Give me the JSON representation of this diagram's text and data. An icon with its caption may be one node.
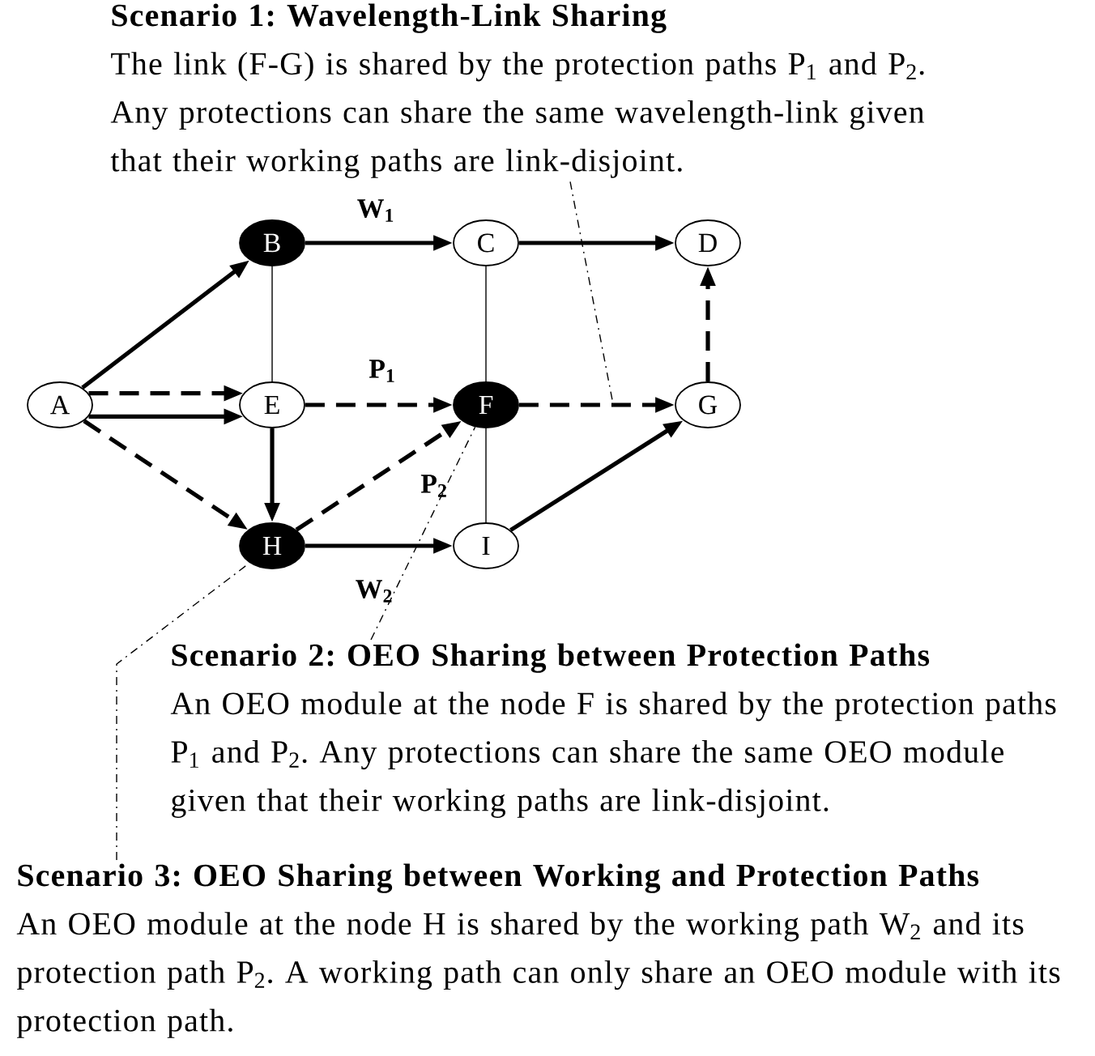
{
  "diagram": {
    "nodes": [
      {
        "text": [
          "A"
        ]
      },
      {
        "text": [
          "B"
        ]
      },
      {
        "text": [
          "C"
        ]
      },
      {
        "text": [
          "D"
        ]
      },
      {
        "text": [
          "E"
        ]
      },
      {
        "text": [
          "F"
        ]
      },
      {
        "text": [
          "G"
        ]
      },
      {
        "text": [
          "H"
        ]
      },
      {
        "text": [
          "I"
        ]
      },
      {
        "text": [
          "Scenario 1: Wavelength-Link Sharing",
          "The link (F-G) is shared by the protection paths P$_{1}$ and P$_{2}$. Any protections can share the same wavelength-link given that their working paths are link-disjoint."
        ]
      },
      {
        "text": [
          "Scenario 2: OEO Sharing between Protection Paths",
          "An OEO module at the node F is shared by the protection paths P$_{1}$ and P$_{2}$. Any protections can share the same OEO module given that their working paths are link-disjoint."
        ]
      },
      {
        "text": [
          "Scenario 3: OEO Sharing between Working and Protection Paths",
          "An OEO module at the node H is shared by the working path W$_{2}$ and its protection path P$_{2}$. A working path can only share an OEO module with its protection path."
        ]
      }
    ],
    "edges": [
      {
        "from": 0,
        "to": 1,
        "arrow": "to"
      },
      {
        "from": 1,
        "to": 2,
        "arrow": "to",
        "label": "W$_{1}$"
      },
      {
        "from": 2,
        "to": 3,
        "arrow": "to"
      },
      {
        "from": 0,
        "to": 4,
        "arrow": "to",
        "style": "dashed"
      },
      {
        "from": 0,
        "to": 4,
        "arrow": "to"
      },
      {
        "from": 4,
        "to": 5,
        "arrow": "to",
        "style": "dashed",
        "label": "P$_{1}$"
      },
      {
        "from": 5,
        "to": 6,
        "arrow": "to",
        "style": "dashed"
      },
      {
        "from": 6,
        "to": 3,
        "arrow": "to",
        "style": "dashed"
      },
      {
        "from": 0,
        "to": 7,
        "arrow": "to",
        "style": "dashed"
      },
      {
        "from": 4,
        "to": 7,
        "arrow": "to"
      },
      {
        "from": 7,
        "to": 5,
        "arrow": "to",
        "style": "dashed",
        "label": "P$_{2}$"
      },
      {
        "from": 7,
        "to": 8,
        "arrow": "to",
        "label": "W$_{2}$"
      },
      {
        "from": 8,
        "to": 6,
        "arrow": "to"
      },
      {
        "from": 1,
        "to": 4,
        "arrow": "none"
      },
      {
        "from": 2,
        "to": 5,
        "arrow": "none"
      },
      {
        "from": 5,
        "to": 8,
        "arrow": "none"
      },
      {
        "from": 9,
        "to": null,
        "arrow": "none",
        "style": "dashed"
      },
      {
        "from": 10,
        "to": 5,
        "arrow": "none",
        "style": "dashed"
      },
      {
        "from": 11,
        "to": 7,
        "arrow": "none",
        "style": "dashed"
      }
    ]
  }
}
